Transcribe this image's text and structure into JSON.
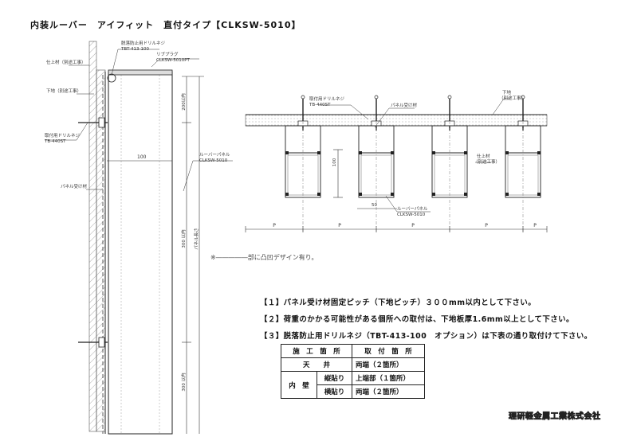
{
  "title": "内装ルーバー　アイフィット　直付タイプ【CLKSW-5010】",
  "section_view": {
    "labels": {
      "retainer_screw": "脱落防止用ドリルネジ",
      "retainer_screw_code": "TBT-413-100",
      "cap": "リブプラグ",
      "cap_code": "CLKSW-5010PT",
      "ceiling_finish": "仕上材（別途工事）",
      "substrate": "下地（別途工事）",
      "fix_screw": "取付用ドリルネジ",
      "fix_screw_code": "TB-440ST",
      "panel": "ルーバーパネル",
      "panel_code": "CLKSW-5010",
      "receiver": "パネル受け材",
      "dim_top": "200以内",
      "dim_mid": "300 以内",
      "dim_bottom": "300 以内",
      "dim_total": "パネル長さ",
      "dim_width": "100"
    }
  },
  "plan_view": {
    "labels": {
      "fix_screw": "取付用ドリルネジ",
      "fix_screw_code": "TB-440ST",
      "receiver": "パネル受け材",
      "substrate": "下地",
      "substrate_note": "（別途工事）",
      "finish": "仕上材",
      "finish_note": "（別途工事）",
      "dim_depth": "100",
      "dim_width": "50",
      "panel": "ルーバーパネル",
      "panel_code": "CLKSW-5010",
      "pitch": "P"
    }
  },
  "marker_note": "※―――――部に凸凹デザイン有り。",
  "notes": [
    "【１】パネル受け材固定ピッチ（下地ピッチ）３００mm以内として下さい。",
    "【２】荷重のかかる可能性がある個所への取付は、下地板厚1.6mm以上として下さい。",
    "【３】脱落防止用ドリルネジ（TBT-413-100　オプション）は下表の通り取付けて下さい。"
  ],
  "table": {
    "header_location": "施　工　箇　所",
    "header_fixing": "取　付　箇　所",
    "ceiling": "天　　井",
    "ceiling_value": "両端（２箇所）",
    "wall": "内　壁",
    "vertical": "縦貼り",
    "vertical_value": "上端部（１箇所）",
    "horizontal": "横貼り",
    "horizontal_value": "両端（２箇所）"
  },
  "company": "理研軽金属工業株式会社"
}
